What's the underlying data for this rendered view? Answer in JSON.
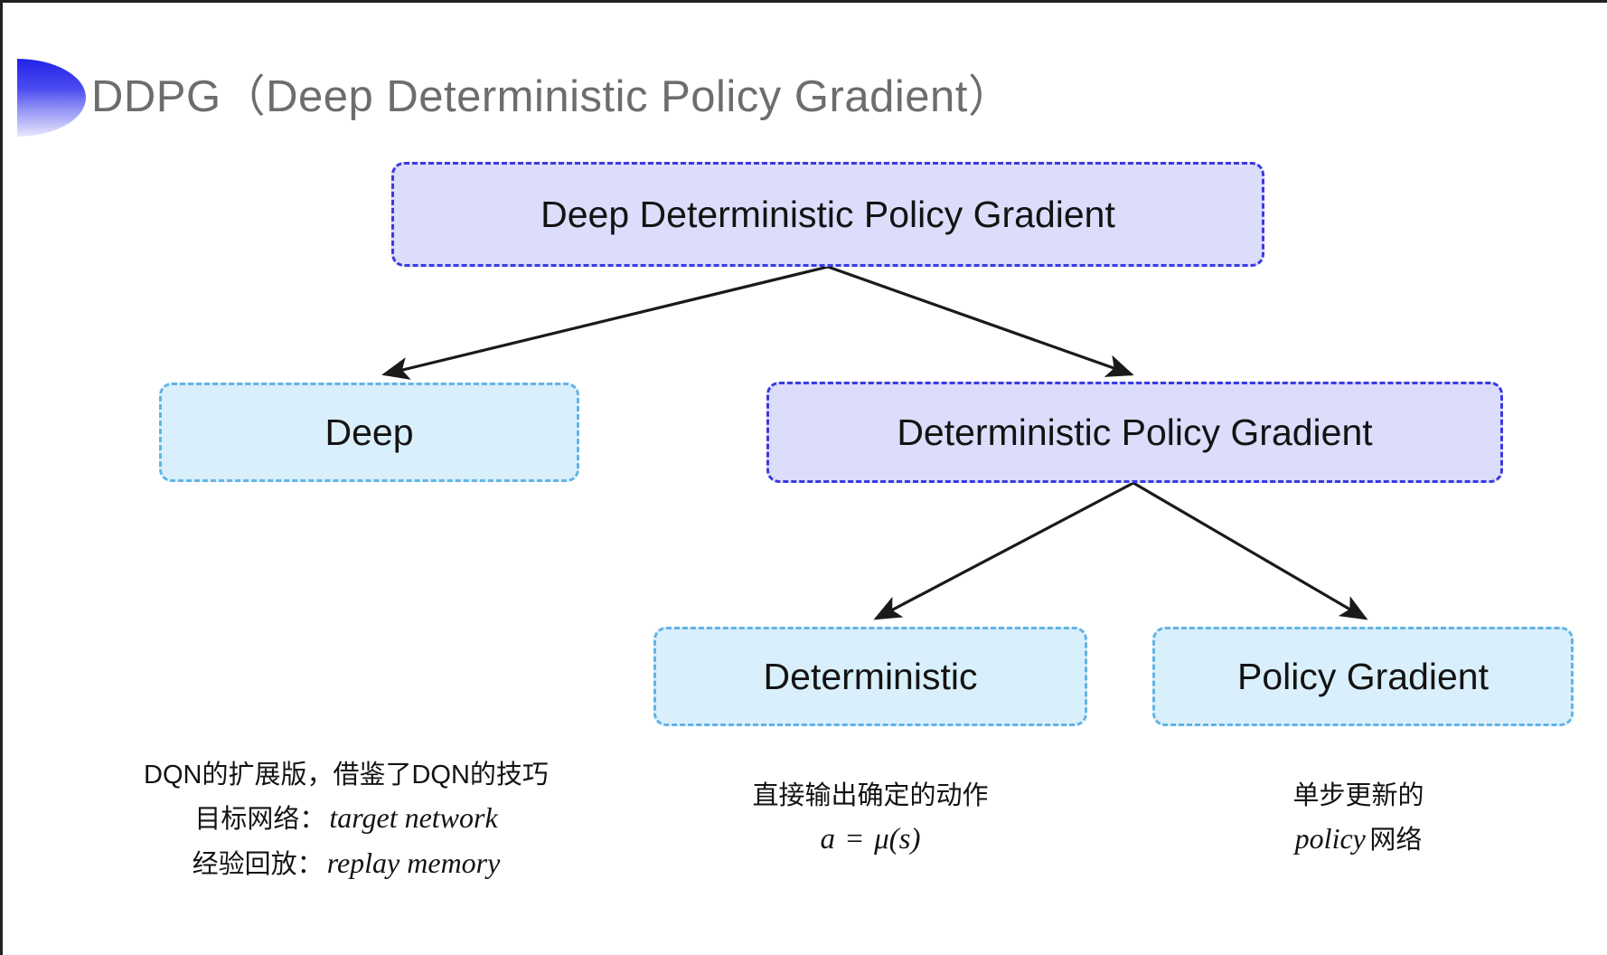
{
  "slide": {
    "title": "DDPG（Deep Deterministic Policy Gradient）",
    "bullet_icon": "gradient-half-circle-icon",
    "background_color": "#ffffff",
    "title_color": "#6d6d6d"
  },
  "colors": {
    "purple_fill": "#dcdcfb",
    "purple_border": "#3a3ae0",
    "blue_fill": "#d9effb",
    "blue_border": "#63b3e4",
    "arrow": "#1a1a1a",
    "text": "#131313"
  },
  "diagram": {
    "type": "tree",
    "nodes": [
      {
        "id": "root",
        "label": "Deep Deterministic Policy Gradient",
        "style": "purple",
        "level": 0
      },
      {
        "id": "deep",
        "label": "Deep",
        "style": "blue",
        "level": 1
      },
      {
        "id": "dpg",
        "label": "Deterministic Policy Gradient",
        "style": "purple",
        "level": 1
      },
      {
        "id": "det",
        "label": "Deterministic",
        "style": "blue",
        "level": 2
      },
      {
        "id": "pg",
        "label": "Policy Gradient",
        "style": "blue",
        "level": 2
      }
    ],
    "edges": [
      {
        "from": "root",
        "to": "deep",
        "arrow": "end"
      },
      {
        "from": "root",
        "to": "dpg",
        "arrow": "end"
      },
      {
        "from": "dpg",
        "to": "det",
        "arrow": "end"
      },
      {
        "from": "dpg",
        "to": "pg",
        "arrow": "end"
      }
    ]
  },
  "captions": {
    "deep": {
      "line1": "DQN的扩展版，借鉴了DQN的技巧",
      "line2_label": "目标网络：",
      "line2_term": "target network",
      "line3_label": "经验回放：",
      "line3_term": "replay memory"
    },
    "deterministic": {
      "line1": "直接输出确定的动作",
      "formula_lhs": "a",
      "formula_op": "=",
      "formula_rhs": "μ(s)"
    },
    "policy_gradient": {
      "line1": "单步更新的",
      "line2_term": "policy",
      "line2_suffix": "网络"
    }
  }
}
